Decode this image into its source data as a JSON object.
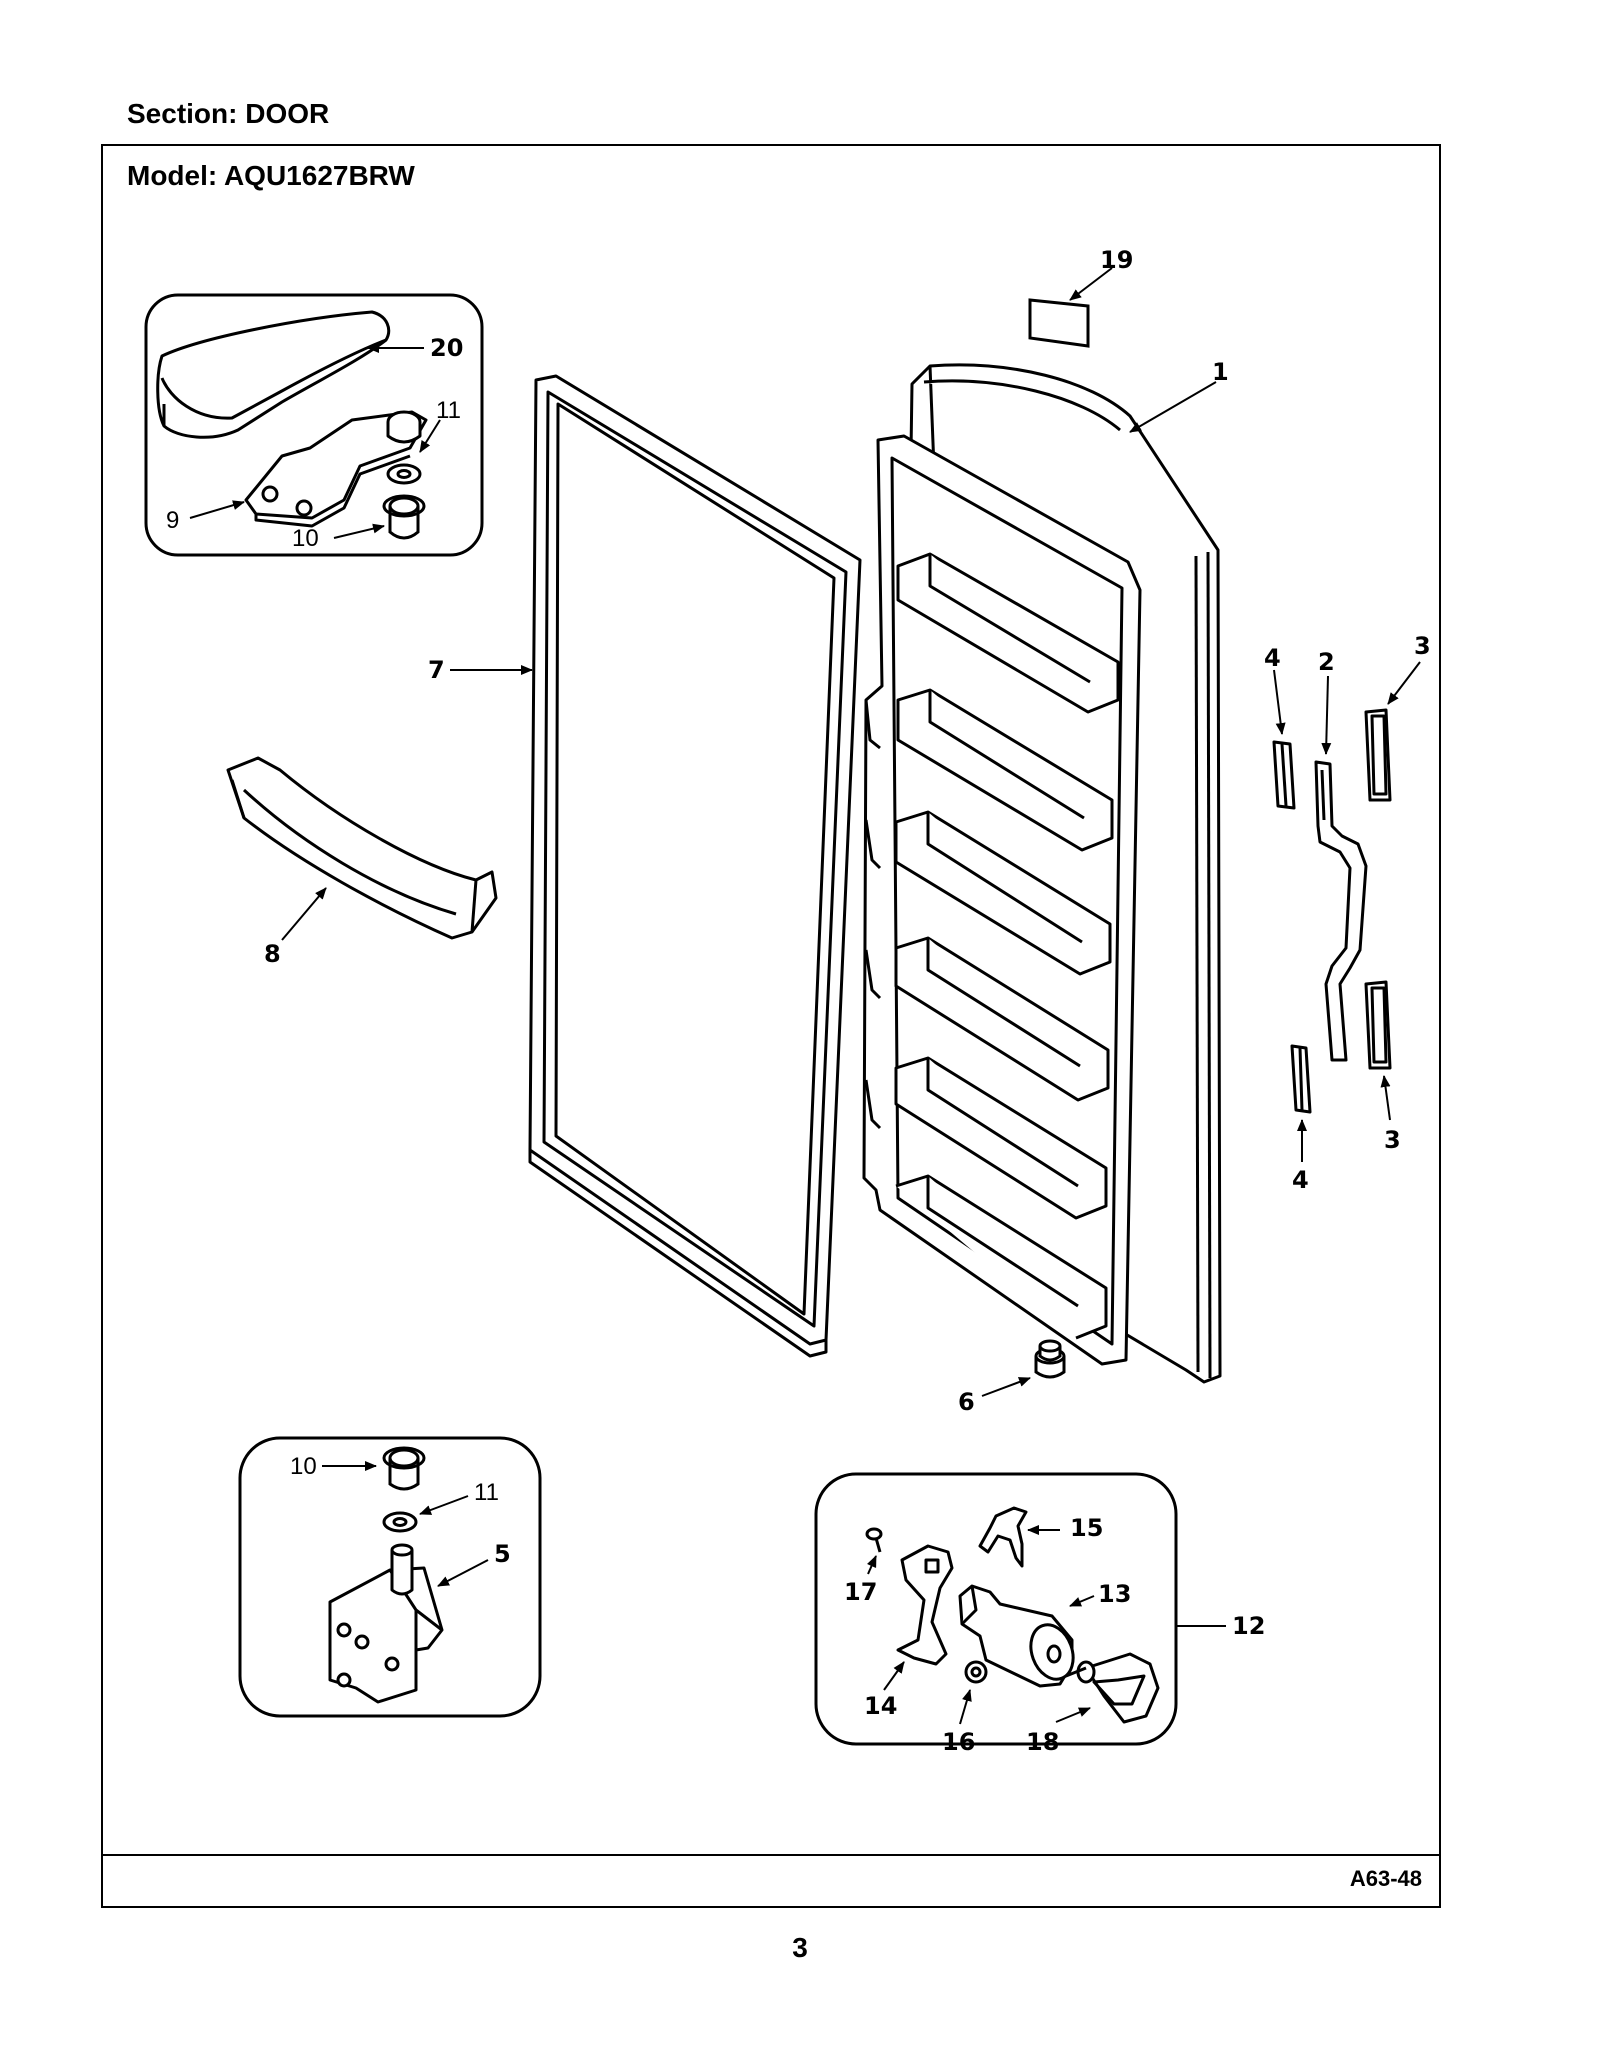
{
  "header": {
    "section": "Section:  DOOR",
    "model": "Model:  AQU1627BRW"
  },
  "footer": {
    "diagram_code": "A63-48",
    "page_number": "3"
  },
  "callouts": {
    "c1": "1",
    "c2": "2",
    "c3a": "3",
    "c3b": "3",
    "c4a": "4",
    "c4b": "4",
    "c5": "5",
    "c6": "6",
    "c7": "7",
    "c8": "8",
    "c9": "9",
    "c10a": "10",
    "c10b": "10",
    "c11a": "11",
    "c11b": "11",
    "c12": "12",
    "c13": "13",
    "c14": "14",
    "c15": "15",
    "c16": "16",
    "c17": "17",
    "c18": "18",
    "c19": "19",
    "c20": "20"
  }
}
